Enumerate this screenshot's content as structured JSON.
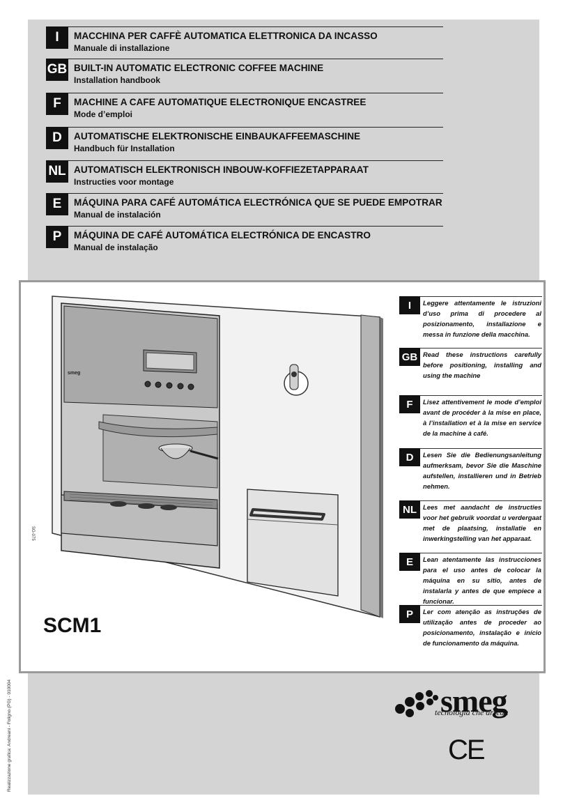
{
  "languages": [
    {
      "code": "I",
      "title": "MACCHINA PER CAFFÈ AUTOMATICA ELETTRONICA DA INCASSO",
      "subtitle": "Manuale di installazione"
    },
    {
      "code": "GB",
      "title": "BUILT-IN AUTOMATIC ELECTRONIC COFFEE MACHINE",
      "subtitle": "Installation handbook"
    },
    {
      "code": "F",
      "title": "MACHINE A CAFE AUTOMATIQUE ELECTRONIQUE ENCASTREE",
      "subtitle": "Mode d’emploi"
    },
    {
      "code": "D",
      "title": "AUTOMATISCHE ELEKTRONISCHE EINBAUKAFFEEMASCHINE",
      "subtitle": "Handbuch für Installation"
    },
    {
      "code": "NL",
      "title": "AUTOMATISCH ELEKTRONISCH INBOUW-KOFFIEZETAPPARAAT",
      "subtitle": "Instructies voor montage"
    },
    {
      "code": "E",
      "title": "MÁQUINA PARA CAFÉ AUTOMÁTICA ELECTRÓNICA QUE SE PUEDE EMPOTRAR",
      "subtitle": "Manual de instalación"
    },
    {
      "code": "P",
      "title": "MÁQUINA DE CAFÉ AUTOMÁTICA ELECTRÓNICA DE ENCASTRO",
      "subtitle": "Manual de instalação"
    }
  ],
  "instructions": [
    {
      "code": "I",
      "text": "Leggere attentamente le istruzioni d’uso prima di procedere al posizionamento, installazione e messa in funzione della macchina."
    },
    {
      "code": "GB",
      "text": "Read these instructions carefully before positioning, installing and using the machine"
    },
    {
      "code": "F",
      "text": "Lisez attentivement le mode d’emploi avant de procéder à la mise en place, à l’installation et à la mise en service de la machine à café."
    },
    {
      "code": "D",
      "text": "Lesen Sie die Bedienungsanleitung aufmerksam, bevor Sie die Maschine aufstellen, installieren und in Betrieb nehmen."
    },
    {
      "code": "NL",
      "text": "Lees met aandacht de instructies voor het gebruik voordat u verdergaat met de plaatsing, installatie en inwerkingstelling van het apparaat."
    },
    {
      "code": "E",
      "text": "Lean atentamente las instrucciones para el uso antes de colocar la máquina en su sitio, antes de instalarla y antes de que empiece a funcionar."
    },
    {
      "code": "P",
      "text": "Ler com atenção as instruções de utilização antes de proceder ao posicionamento, instalação e início de funcionamento da máquina."
    }
  ],
  "model": "SCM1",
  "drawing_code": "SG-075",
  "machine_brand": "smeg",
  "credit": "Realizzazione grafica: Andreani - Foligno (PG) - 010004",
  "logo": {
    "word": "smeg",
    "tagline": "tecnologia che arreda"
  },
  "certification": "CE",
  "colors": {
    "sheet": "#d4d4d4",
    "badge": "#111111",
    "panel_border": "#9a9a9a"
  }
}
